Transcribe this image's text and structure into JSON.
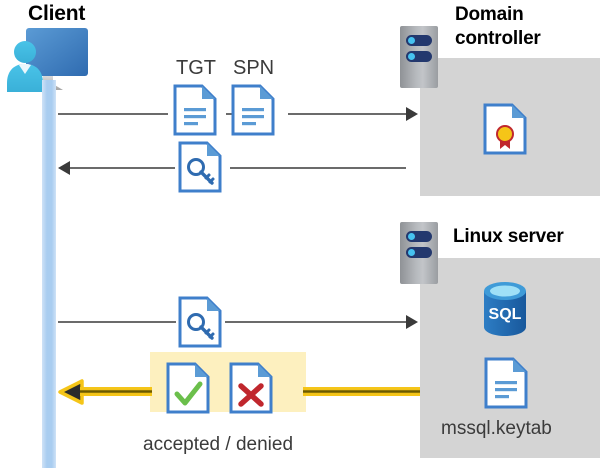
{
  "diagram": {
    "title_client": "Client",
    "domain_controller": {
      "title_line1": "Domain",
      "title_line2": "controller",
      "rack_icon": "server-rack-icon",
      "contents": [
        {
          "icon": "certificate-document-icon",
          "label": ""
        }
      ]
    },
    "linux_server": {
      "title": "Linux server",
      "rack_icon": "server-rack-icon",
      "contents": [
        {
          "icon": "sql-database-icon",
          "label": "SQL"
        },
        {
          "icon": "keytab-document-icon",
          "label": "mssql.keytab"
        }
      ]
    },
    "flows": [
      {
        "id": "request-tgt-spn",
        "direction": "right",
        "from": "client",
        "to": "domain-controller",
        "artifacts": [
          {
            "label": "TGT",
            "icon": "document-lines-icon"
          },
          {
            "label": "SPN",
            "icon": "document-lines-icon"
          }
        ]
      },
      {
        "id": "issue-service-ticket",
        "direction": "left",
        "from": "domain-controller",
        "to": "client",
        "artifacts": [
          {
            "label": "",
            "icon": "document-key-icon"
          }
        ]
      },
      {
        "id": "present-service-ticket",
        "direction": "right",
        "from": "client",
        "to": "linux-server",
        "artifacts": [
          {
            "label": "",
            "icon": "document-key-icon"
          }
        ]
      },
      {
        "id": "verdict",
        "direction": "left",
        "from": "linux-server",
        "to": "client",
        "caption": "accepted / denied",
        "artifacts": [
          {
            "label": "accepted",
            "icon": "document-check-icon"
          },
          {
            "label": "denied",
            "icon": "document-cross-icon"
          }
        ]
      }
    ],
    "colors": {
      "accent_blue": "#3f7fcb",
      "panel_gray": "#d4d4d4",
      "lifeline_blue": "#a9cdf0",
      "highlight_yellow": "#fdf0bf",
      "gold_arrow": "#f5c518",
      "check_green": "#6bbf4b",
      "cross_red": "#c0272d",
      "sql_blue": "#1f6fb5",
      "line_gray": "#6b6b6b"
    }
  }
}
